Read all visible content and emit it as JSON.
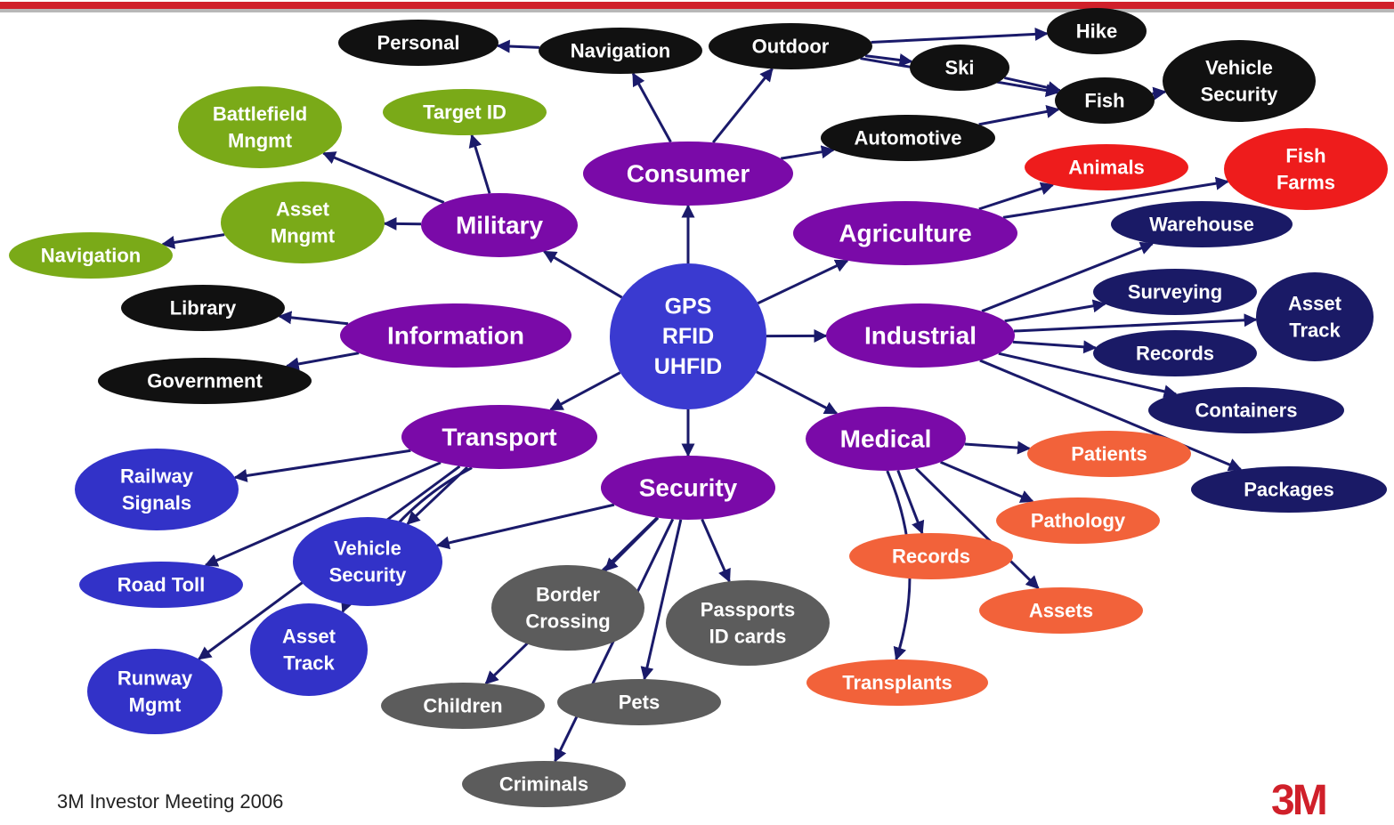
{
  "colors": {
    "hub": "#3a3ad0",
    "category": "#7a0aa8",
    "consumer": "#111111",
    "military": "#7aaa18",
    "red": "#ee1c1c",
    "industrial": "#1a1a66",
    "medical": "#f2623a",
    "transport": "#3232c8",
    "security": "#5c5c5c",
    "arrow": "#1a1a6a"
  },
  "hub": {
    "lines": [
      "GPS",
      "RFID",
      "UHFID"
    ]
  },
  "categories": {
    "consumer": "Consumer",
    "military": "Military",
    "agriculture": "Agriculture",
    "information": "Information",
    "industrial": "Industrial",
    "transport": "Transport",
    "medical": "Medical",
    "security": "Security"
  },
  "leaves": {
    "personal": [
      "Personal"
    ],
    "navigation_consumer": [
      "Navigation"
    ],
    "outdoor": [
      "Outdoor"
    ],
    "hike": [
      "Hike"
    ],
    "ski": [
      "Ski"
    ],
    "fish": [
      "Fish"
    ],
    "vehicle_security_consumer": [
      "Vehicle",
      "Security"
    ],
    "automotive": [
      "Automotive"
    ],
    "battlefield": [
      "Battlefield",
      "Mngmt"
    ],
    "target_id": [
      "Target ID"
    ],
    "asset_mngmt": [
      "Asset",
      "Mngmt"
    ],
    "navigation_military": [
      "Navigation"
    ],
    "animals": [
      "Animals"
    ],
    "fish_farms": [
      "Fish",
      "Farms"
    ],
    "library": [
      "Library"
    ],
    "government": [
      "Government"
    ],
    "warehouse": [
      "Warehouse"
    ],
    "surveying": [
      "Surveying"
    ],
    "asset_track_industrial": [
      "Asset",
      "Track"
    ],
    "records_industrial": [
      "Records"
    ],
    "containers": [
      "Containers"
    ],
    "packages": [
      "Packages"
    ],
    "patients": [
      "Patients"
    ],
    "pathology": [
      "Pathology"
    ],
    "records_medical": [
      "Records"
    ],
    "assets": [
      "Assets"
    ],
    "transplants": [
      "Transplants"
    ],
    "railway": [
      "Railway",
      "Signals"
    ],
    "road_toll": [
      "Road Toll"
    ],
    "vehicle_security_transport": [
      "Vehicle",
      "Security"
    ],
    "asset_track_transport": [
      "Asset",
      "Track"
    ],
    "runway": [
      "Runway",
      "Mgmt"
    ],
    "border": [
      "Border",
      "Crossing"
    ],
    "passports": [
      "Passports",
      "ID cards"
    ],
    "children": [
      "Children"
    ],
    "pets": [
      "Pets"
    ],
    "criminals": [
      "Criminals"
    ]
  },
  "footer": {
    "left": "3M Investor Meeting 2006",
    "logo": "3M"
  }
}
